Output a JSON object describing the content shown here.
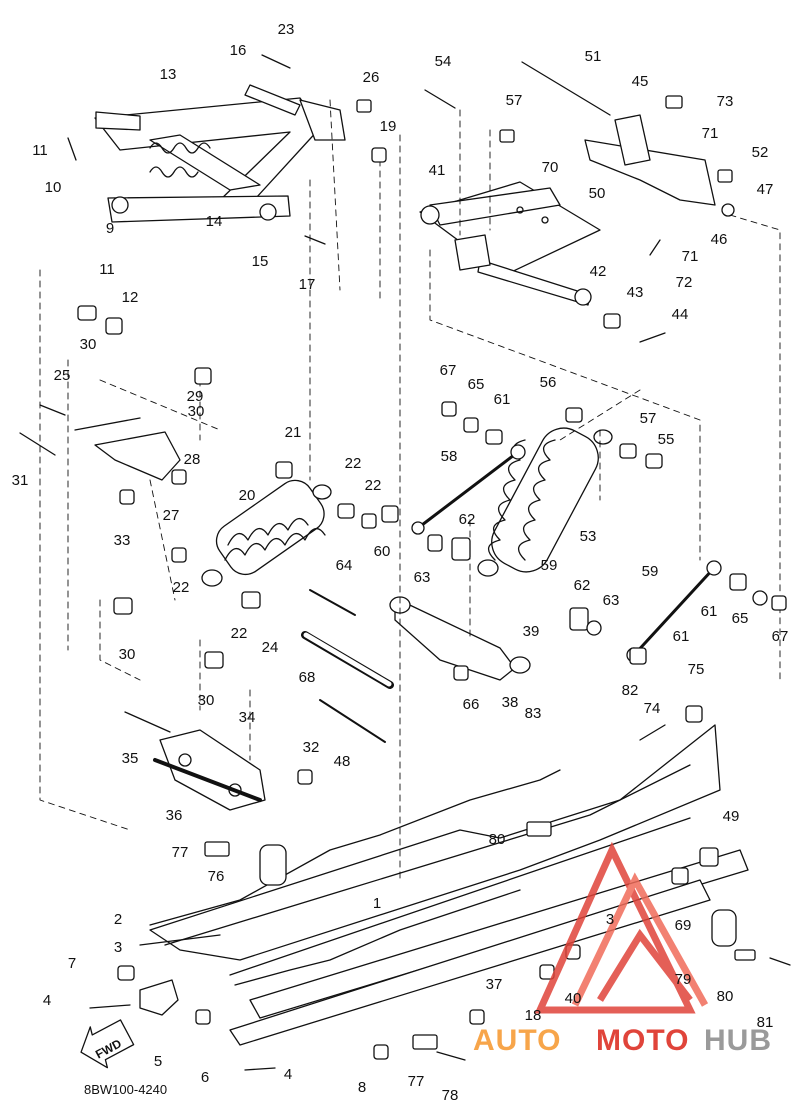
{
  "diagram": {
    "code": "8BW100-4240",
    "fwd_label": "FWD",
    "callouts": [
      "1",
      "2",
      "3",
      "3",
      "4",
      "4",
      "5",
      "6",
      "7",
      "8",
      "9",
      "10",
      "11",
      "11",
      "12",
      "13",
      "14",
      "15",
      "16",
      "17",
      "18",
      "19",
      "20",
      "21",
      "22",
      "22",
      "22",
      "22",
      "23",
      "24",
      "25",
      "26",
      "27",
      "28",
      "29",
      "30",
      "30",
      "30",
      "30",
      "31",
      "32",
      "33",
      "34",
      "35",
      "36",
      "37",
      "38",
      "39",
      "40",
      "41",
      "42",
      "43",
      "44",
      "45",
      "46",
      "47",
      "48",
      "49",
      "50",
      "51",
      "52",
      "53",
      "54",
      "55",
      "56",
      "57",
      "57",
      "58",
      "59",
      "59",
      "60",
      "61",
      "61",
      "61",
      "62",
      "62",
      "63",
      "63",
      "64",
      "65",
      "65",
      "66",
      "67",
      "67",
      "68",
      "69",
      "70",
      "71",
      "71",
      "72",
      "73",
      "74",
      "75",
      "76",
      "77",
      "77",
      "78",
      "79",
      "80",
      "80",
      "81",
      "82",
      "83"
    ]
  },
  "watermark": {
    "part1": "AUTO",
    "part2": "MOTO",
    "part3": "HUB",
    "colors": {
      "auto": "#f7a54a",
      "moto": "#e0443a",
      "hub": "#9a9a9a"
    }
  }
}
